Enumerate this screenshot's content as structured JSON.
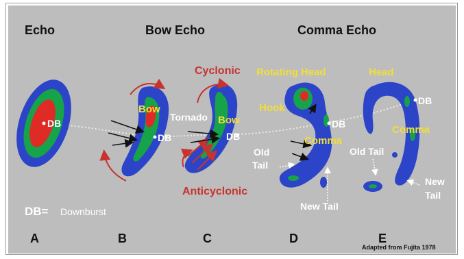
{
  "headers": {
    "echo": "Echo",
    "bow_echo": "Bow Echo",
    "comma_echo": "Comma Echo"
  },
  "labels": {
    "db": "DB",
    "bow": "Bow",
    "tornado": "Tornado",
    "cyclonic": "Cyclonic",
    "anticyclonic": "Anticyclonic",
    "rotating_head": "Rotating Head",
    "hook": "Hook",
    "comma": "Comma",
    "old": "Old",
    "tail": "Tail",
    "old_tail": "Old Tail",
    "new_tail": "New Tail",
    "head": "Head",
    "new": "New"
  },
  "legend": {
    "key": "DB=",
    "definition": "Downburst"
  },
  "panels": [
    "A",
    "B",
    "C",
    "D",
    "E"
  ],
  "credit": "Adapted from Fujita 1978",
  "colors": {
    "background": "#bdbdbd",
    "echo_outer": "#2c45c8",
    "echo_mid": "#16a34a",
    "echo_core": "#e02a25",
    "yellow_label": "#f2de3a",
    "red_label": "#c7332e"
  }
}
